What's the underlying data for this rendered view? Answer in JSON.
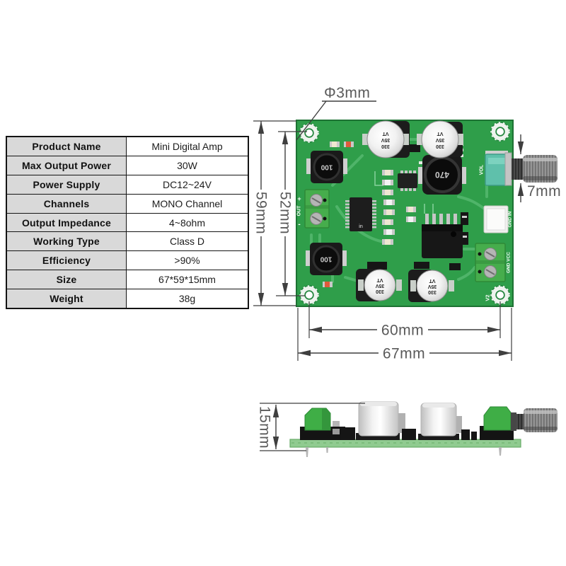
{
  "spec_table": {
    "rows": [
      {
        "label": "Product Name",
        "value": "Mini Digital Amp"
      },
      {
        "label": "Max Output Power",
        "value": "30W"
      },
      {
        "label": "Power Supply",
        "value": "DC12~24V"
      },
      {
        "label": "Channels",
        "value": "MONO Channel"
      },
      {
        "label": "Output Impedance",
        "value": "4~8ohm"
      },
      {
        "label": "Working Type",
        "value": "Class D"
      },
      {
        "label": "Efficiency",
        "value": ">90%"
      },
      {
        "label": "Size",
        "value": "67*59*15mm"
      },
      {
        "label": "Weight",
        "value": "38g"
      }
    ]
  },
  "top_view": {
    "dimensions": {
      "mount_hole_diameter": "Φ3mm",
      "board_height": "59mm",
      "hole_spacing_vertical": "52mm",
      "pot_shaft": "7mm",
      "hole_spacing_horizontal": "60mm",
      "board_width": "67mm"
    },
    "silkscreen": {
      "volume": "VOL",
      "audio_input": "GND IN",
      "power_input": "GND VCC",
      "version": "V2",
      "output_plus": "+",
      "output": "OUT",
      "output_minus": "-",
      "ic": "in"
    },
    "components": {
      "capacitor_line1": "330",
      "capacitor_line2": "35V",
      "capacitor_line3": "VT",
      "inductor_small": "100",
      "inductor_large": "470"
    }
  },
  "side_view": {
    "dimensions": {
      "overall_height": "15mm"
    }
  },
  "colors": {
    "pcb_green": "#2f9e4a",
    "trace_green": "#4fb469",
    "terminal_green": "#42ab49",
    "pot_teal": "#5fc0ab",
    "table_header_bg": "#d9d9d9",
    "dimension_gray": "#4a4a4a"
  }
}
